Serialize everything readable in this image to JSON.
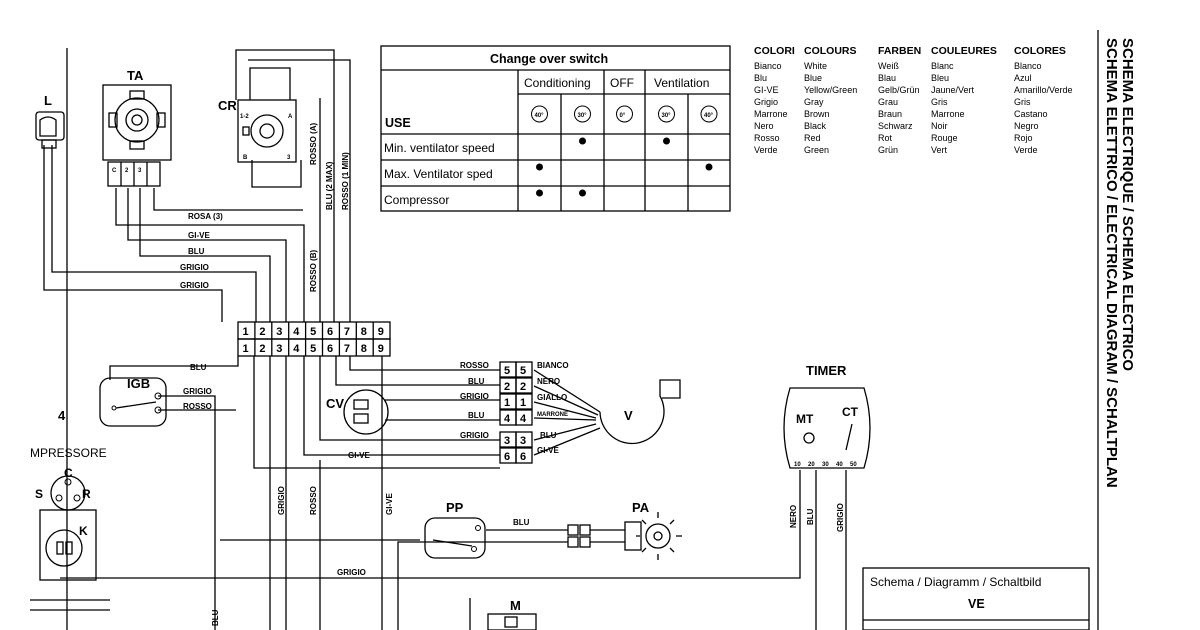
{
  "components": {
    "L": "L",
    "TA": "TA",
    "CR": "CR",
    "IGB": "IGB",
    "CV": "CV",
    "V": "V",
    "PP": "PP",
    "PA": "PA",
    "TIMER": "TIMER",
    "MT": "MT",
    "CT": "CT",
    "M": "M",
    "compressor": "MPRESSORE",
    "C": "C",
    "S": "S",
    "R": "R",
    "K": "K",
    "four": "4"
  },
  "cr_terms": {
    "t12": "1-2",
    "tA": "A",
    "tB": "B",
    "t3": "3"
  },
  "ta_terms": {
    "t1": "C",
    "t2": "2",
    "t3": "3"
  },
  "wires": {
    "rosa3": "ROSA (3)",
    "give1": "GI-VE",
    "blu1": "BLU",
    "grigio1": "GRIGIO",
    "grigio2": "GRIGIO",
    "rossoA": "ROSSO (A)",
    "blu2max": "BLU (2 MAX)",
    "rosso1min": "ROSSO (1 MIN)",
    "rossoB": "ROSSO (B)",
    "igb_blu": "BLU",
    "igb_grigio": "GRIGIO",
    "igb_rosso": "ROSSO",
    "tb_rosso": "ROSSO",
    "tb_blu": "BLU",
    "tb_grigio": "GRIGIO",
    "tb_blu2": "BLU",
    "tb_grigio2": "GRIGIO",
    "tb_give": "GI-VE",
    "m_bianco": "BIANCO",
    "m_nero": "NERO",
    "m_giallo": "GIALLO",
    "m_marrone": "MARRONE",
    "m_blu": "BLU",
    "m_give": "GI-VE",
    "v_grigio": "GRIGIO",
    "v_rosso": "ROSSO",
    "v_give": "GI-VE",
    "pp_blu": "BLU",
    "grigio_low": "GRIGIO",
    "t_nero": "NERO",
    "t_blu": "BLU",
    "t_grigio": "GRIGIO",
    "blu_low": "BLU"
  },
  "terminal_block": {
    "top": [
      "1",
      "2",
      "3",
      "4",
      "5",
      "6",
      "7",
      "8",
      "9"
    ],
    "bottom": [
      "1",
      "2",
      "3",
      "4",
      "5",
      "6",
      "7",
      "8",
      "9"
    ]
  },
  "motor_block": [
    {
      "l": "5",
      "r": "5"
    },
    {
      "l": "2",
      "r": "2"
    },
    {
      "l": "1",
      "r": "1"
    },
    {
      "l": "4",
      "r": "4"
    },
    {
      "l": "3",
      "r": "3"
    },
    {
      "l": "6",
      "r": "6"
    }
  ],
  "timer_terms": [
    "10",
    "20",
    "30",
    "40",
    "50"
  ],
  "switch_table": {
    "title": "Change over switch",
    "groups": [
      "Conditioning",
      "OFF",
      "Ventilation"
    ],
    "use_label": "USE",
    "positions": [
      "40°",
      "30°",
      "0°",
      "30°",
      "40°"
    ],
    "rows": [
      {
        "label": "Min. ventilator speed",
        "dots": [
          false,
          true,
          false,
          true,
          false
        ]
      },
      {
        "label": "Max. Ventilator sped",
        "dots": [
          true,
          false,
          false,
          false,
          true
        ]
      },
      {
        "label": "Compressor",
        "dots": [
          true,
          true,
          false,
          false,
          false
        ]
      }
    ]
  },
  "colours_table": {
    "headers": [
      "COLORI",
      "COLOURS",
      "FARBEN",
      "COULEURES",
      "COLORES"
    ],
    "rows": [
      [
        "Bianco",
        "White",
        "Weiß",
        "Blanc",
        "Blanco"
      ],
      [
        "Blu",
        "Blue",
        "Blau",
        "Bleu",
        "Azul"
      ],
      [
        "GI-VE",
        "Yellow/Green",
        "Gelb/Grün",
        "Jaune/Vert",
        "Amarillo/Verde"
      ],
      [
        "Grigio",
        "Gray",
        "Grau",
        "Gris",
        "Gris"
      ],
      [
        "Marrone",
        "Brown",
        "Braun",
        "Marrone",
        "Castano"
      ],
      [
        "Nero",
        "Black",
        "Schwarz",
        "Noir",
        "Negro"
      ],
      [
        "Rosso",
        "Red",
        "Rot",
        "Rouge",
        "Rojo"
      ],
      [
        "Verde",
        "Green",
        "Grün",
        "Vert",
        "Verde"
      ]
    ]
  },
  "side_title": {
    "line1": "SCHEMA ELETTRICO / ELECTRICAL DIAGRAM / SCHALTPLAN",
    "line2": "SCHEMA ELECTRIQUE / SCHEMA ELECTRICO"
  },
  "title_box": {
    "label": "Schema / Diagramm / Schaltbild",
    "code": "VE"
  }
}
